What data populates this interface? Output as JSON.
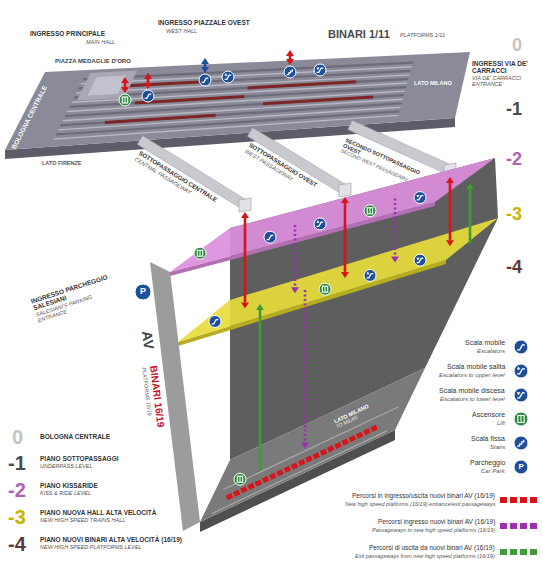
{
  "diagram": {
    "labels": [
      "INGRESSO PRINCIPALE",
      "MAIN HALL",
      "INGRESSO PIAZZALE OVEST",
      "WEST HALL",
      "PIAZZA MEDAGLIE D'ORO",
      "BINARI 1/11",
      "PLATFORMS 1/11",
      "BOLOGNA CENTRALE",
      "LATO MILANO",
      "LATO FIRENZE",
      "INGRESSI VIA DE' CARRACCI",
      "VIA DE' CARRACCI ENTRANCE",
      "SECONDO SOTTOPASSAGGIO OVEST",
      "SECOND WEST PASSAGEWAY",
      "SOTTOPASSAGGIO OVEST",
      "WEST PASSAGEWAY",
      "SOTTOPASSAGGIO CENTRALE",
      "CENTRAL PASSAGEWAY",
      "INGRESSO PARCHEGGIO SALESIANI",
      "SALESIANI'S PARKING ENTRANCE",
      "P",
      "AV",
      "BINARI 16/19",
      "PLATFORMS 16/19",
      "LATO MILANO",
      "TO MILAN",
      "0",
      "-1",
      "-2",
      "-3",
      "-4",
      "0",
      "BOLOGNA CENTRALE",
      "-1",
      "PIANO SOTTOPASSAGGI",
      "UNDERPASS LEVEL",
      "-2",
      "PIANO KISS&RIDE",
      "KISS & RIDE LEVEL",
      "-3",
      "PIANO NUOVA HALL ALTA VELOCITÀ",
      "NEW HIGH SPEED TRAINS HALL",
      "-4",
      "PIANO NUOVI BINARI ALTA VELOCITÀ (16/19)",
      "NEW HIGH SPEED PLATFORMS LEVEL",
      "Escalators",
      "Escalators to upper level",
      "Escalators to lower level",
      "Lift",
      "Stairs",
      "Car Park",
      "P",
      "New high speed platforms (16/19) entrance/exit passageways",
      "Passageways to new high speed platforms (16/19)",
      "Exit passageways from new high speed platforms (16/19)"
    ],
    "legend": [
      {
        "text": "Scala mobile"
      },
      {
        "text": "Scala mobile salita"
      },
      {
        "text": "Scala mobile discesa"
      },
      {
        "text": "Ascensore"
      },
      {
        "text": "Scala fissa"
      },
      {
        "text": "Parcheggio"
      },
      {
        "text": "Percorsi in ingresso/uscita nuovi binari AV (16/19)",
        "color": "#d7141a"
      },
      {
        "text": "Percorsi ingresso nuovi binari AV (16/19)",
        "color": "#9b2fae"
      },
      {
        "text": "Percorsi di uscita da nuovi binari AV (16/19)",
        "color": "#3f9b35"
      }
    ]
  }
}
